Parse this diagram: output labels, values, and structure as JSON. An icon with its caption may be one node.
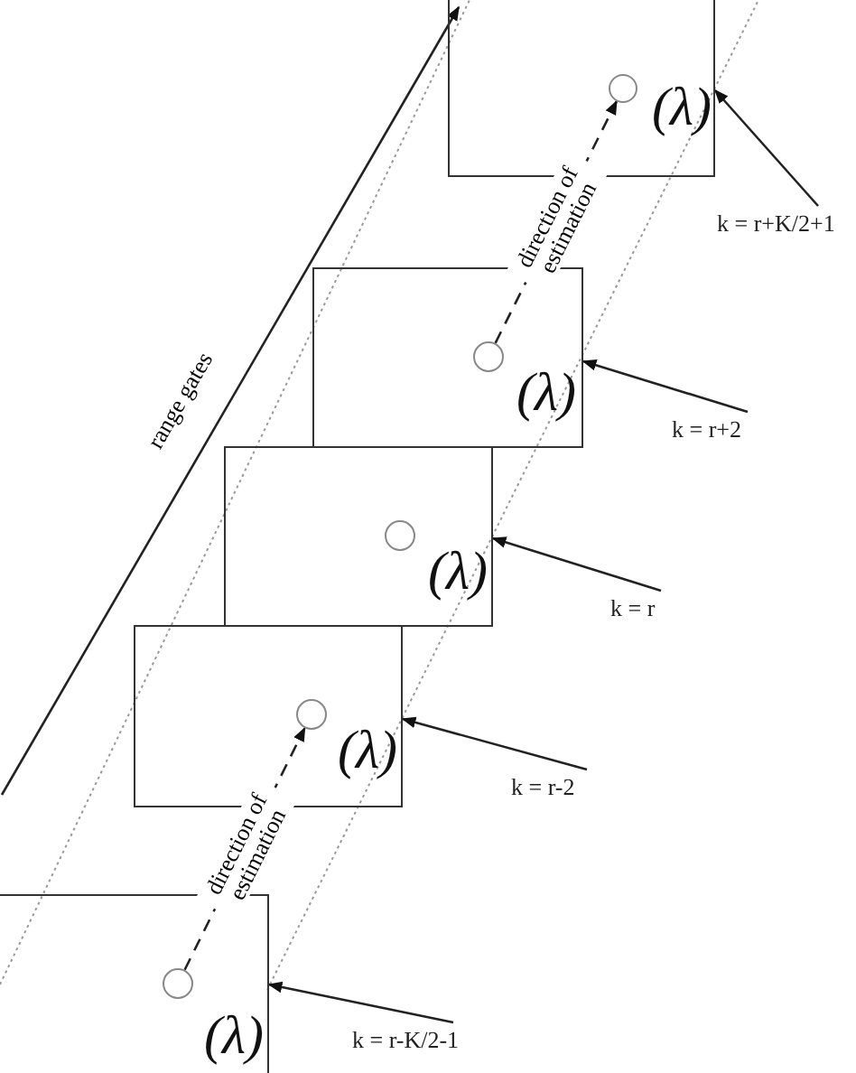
{
  "diagram": {
    "nodes": [
      {
        "text": [
          "(λ)"
        ]
      },
      {
        "text": [],
        "shape": "circle",
        "in": 0
      },
      {
        "text": [
          "(λ)"
        ]
      },
      {
        "text": [],
        "shape": "circle",
        "in": 2
      },
      {
        "text": [
          "(λ)"
        ]
      },
      {
        "text": [],
        "shape": "circle",
        "in": 4
      },
      {
        "text": [
          "(λ)"
        ]
      },
      {
        "text": [],
        "shape": "circle",
        "in": 6
      },
      {
        "text": [
          "(λ)"
        ]
      },
      {
        "text": [],
        "shape": "circle",
        "in": 8
      },
      {
        "text": [
          "k = r+K/2+1"
        ]
      },
      {
        "text": [
          "k = r+2"
        ]
      },
      {
        "text": [
          "k = r"
        ]
      },
      {
        "text": [
          "k = r-2"
        ]
      },
      {
        "text": [
          "k = r-K/2-1"
        ]
      }
    ],
    "edges": [
      {
        "from": 10,
        "to": 0,
        "arrow": "to"
      },
      {
        "from": 11,
        "to": 2,
        "arrow": "to"
      },
      {
        "from": 12,
        "to": 4,
        "arrow": "to"
      },
      {
        "from": 13,
        "to": 6,
        "arrow": "to"
      },
      {
        "from": 14,
        "to": 8,
        "arrow": "to"
      },
      {
        "from": 3,
        "to": 1,
        "arrow": "to",
        "style": "dashed",
        "label": "direction of estimation"
      },
      {
        "from": 9,
        "to": 7,
        "arrow": "to",
        "style": "dashed",
        "label": "direction of estimation"
      }
    ],
    "labels": [
      "range gates"
    ]
  }
}
